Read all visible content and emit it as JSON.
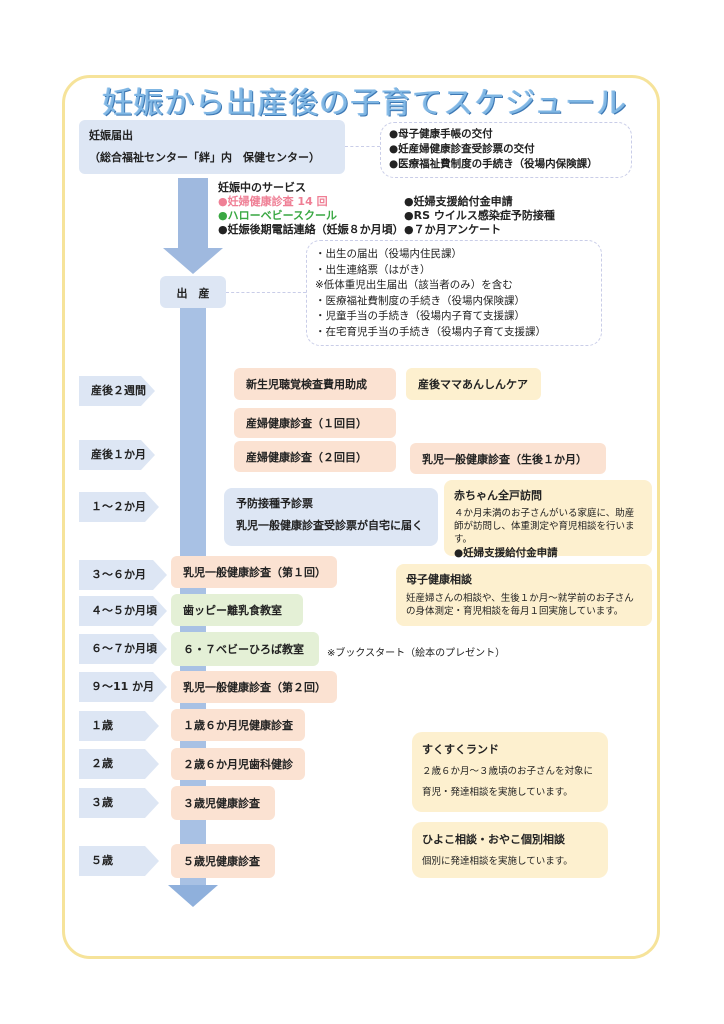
{
  "title": "妊娠から出産後の子育てスケジュール",
  "notify": {
    "line1": "妊娠届出",
    "line2": "（総合福祉センター「絆」内　保健センター）",
    "items": [
      "●母子健康手帳の交付",
      "●妊産婦健康診査受診票の交付",
      "●医療福祉費制度の手続き（役場内保険課）"
    ]
  },
  "pregnancy": {
    "heading": "妊娠中のサービス",
    "left": [
      "●妊婦健康診査 14 回",
      "●ハローベビースクール",
      "●妊娠後期電話連絡（妊娠８か月頃）"
    ],
    "right": [
      "●妊婦支援給付金申請",
      "●RS ウイルス感染症予防接種",
      "●７か月アンケート"
    ]
  },
  "birth": {
    "label": "出　産",
    "items": [
      "・出生の届出（役場内住民課）",
      "・出生連絡票（はがき）",
      "※低体重児出生届出（該当者のみ）を含む",
      "・医療福祉費制度の手続き（役場内保険課）",
      "・児童手当の手続き（役場内子育て支援課）",
      "・在宅育児手当の手続き（役場内子育て支援課）"
    ]
  },
  "stages": [
    "産後２週間",
    "産後１か月",
    "１～２か月",
    "３～６か月",
    "４～５か月頃",
    "６～７か月頃",
    "９～11 か月",
    "１歳",
    "２歳",
    "３歳",
    "５歳"
  ],
  "boxes": {
    "hearing": "新生児聴覚検査費用助成",
    "mama": "産後ママあんしんケア",
    "checkup1": "産婦健康診査（１回目）",
    "checkup2": "産婦健康診査（２回目）",
    "infant1m": "乳児一般健康診査（生後１か月）",
    "vaccine_title": "予防接種予診票",
    "vaccine_sub": "乳児一般健康診査受診票が自宅に届く",
    "visit_title": "赤ちゃん全戸訪問",
    "visit_body": "４か月未満のお子さんがいる家庭に、助産師が訪問し、体重測定や育児相談を行います。",
    "visit_extra": "●妊婦支援給付金申請",
    "infant_1st": "乳児一般健康診査（第１回）",
    "consult_title": "母子健康相談",
    "consult_body": "妊産婦さんの相談や、生後１か月～就学前のお子さんの身体測定・育児相談を毎月１回実施しています。",
    "teeth": "歯ッピー離乳食教室",
    "baby_plaza": "６・７ベビーひろば教室",
    "bookstart": "※ブックスタート（絵本のプレゼント）",
    "infant_2nd": "乳児一般健康診査（第２回）",
    "check_1y6m": "１歳６か月児健康診査",
    "dental_2y6m": "２歳６か月児歯科健診",
    "check_3y": "３歳児健康診査",
    "check_5y": "５歳児健康診査",
    "land_title": "すくすくランド",
    "land_line1": "２歳６か月～３歳頃のお子さんを対象に",
    "land_line2": "育児・発達相談を実施しています。",
    "hiyoko_title": "ひよこ相談・おやこ個別相談",
    "hiyoko_body": "個別に発達相談を実施しています。"
  },
  "colors": {
    "blue_box": "#dde6f4",
    "peach_box": "#fbe2d2",
    "cream_box": "#fdf0cf",
    "green_box": "#e4f0d6",
    "arrow": "#9fb9df",
    "frame": "#f6e39a"
  }
}
